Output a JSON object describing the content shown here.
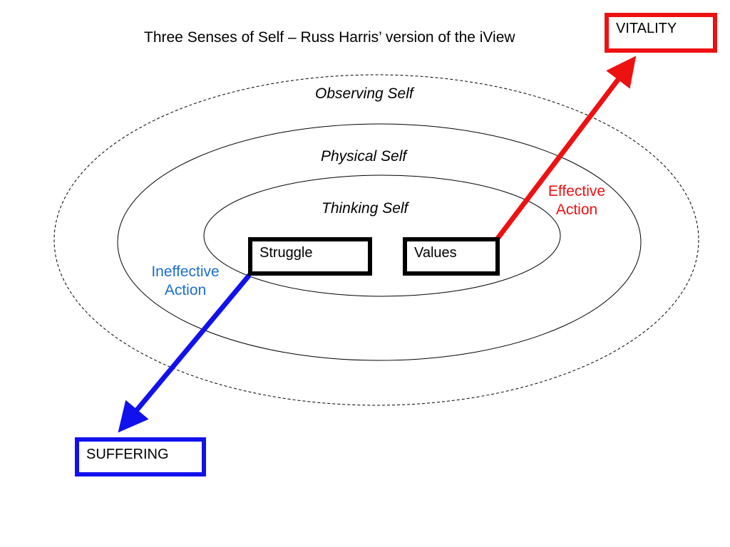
{
  "title": "Three Senses of Self – Russ Harris’ version of the iView",
  "circles": {
    "observing": "Observing Self",
    "physical": "Physical Self",
    "thinking": "Thinking Self"
  },
  "boxes": {
    "struggle": "Struggle",
    "values": "Values",
    "vitality": "VITALITY",
    "suffering": "SUFFERING"
  },
  "arrows": {
    "effective": {
      "line1": "Effective",
      "line2": "Action",
      "color": "#ee1111"
    },
    "ineffective": {
      "line1": "Ineffective",
      "line2": "Action",
      "color": "#1111ee"
    }
  },
  "colors": {
    "vitality_border": "#ee1111",
    "suffering_border": "#1111ee",
    "box_border": "#000000",
    "effective_text": "#ee1111",
    "ineffective_text": "#1a6fd0"
  }
}
